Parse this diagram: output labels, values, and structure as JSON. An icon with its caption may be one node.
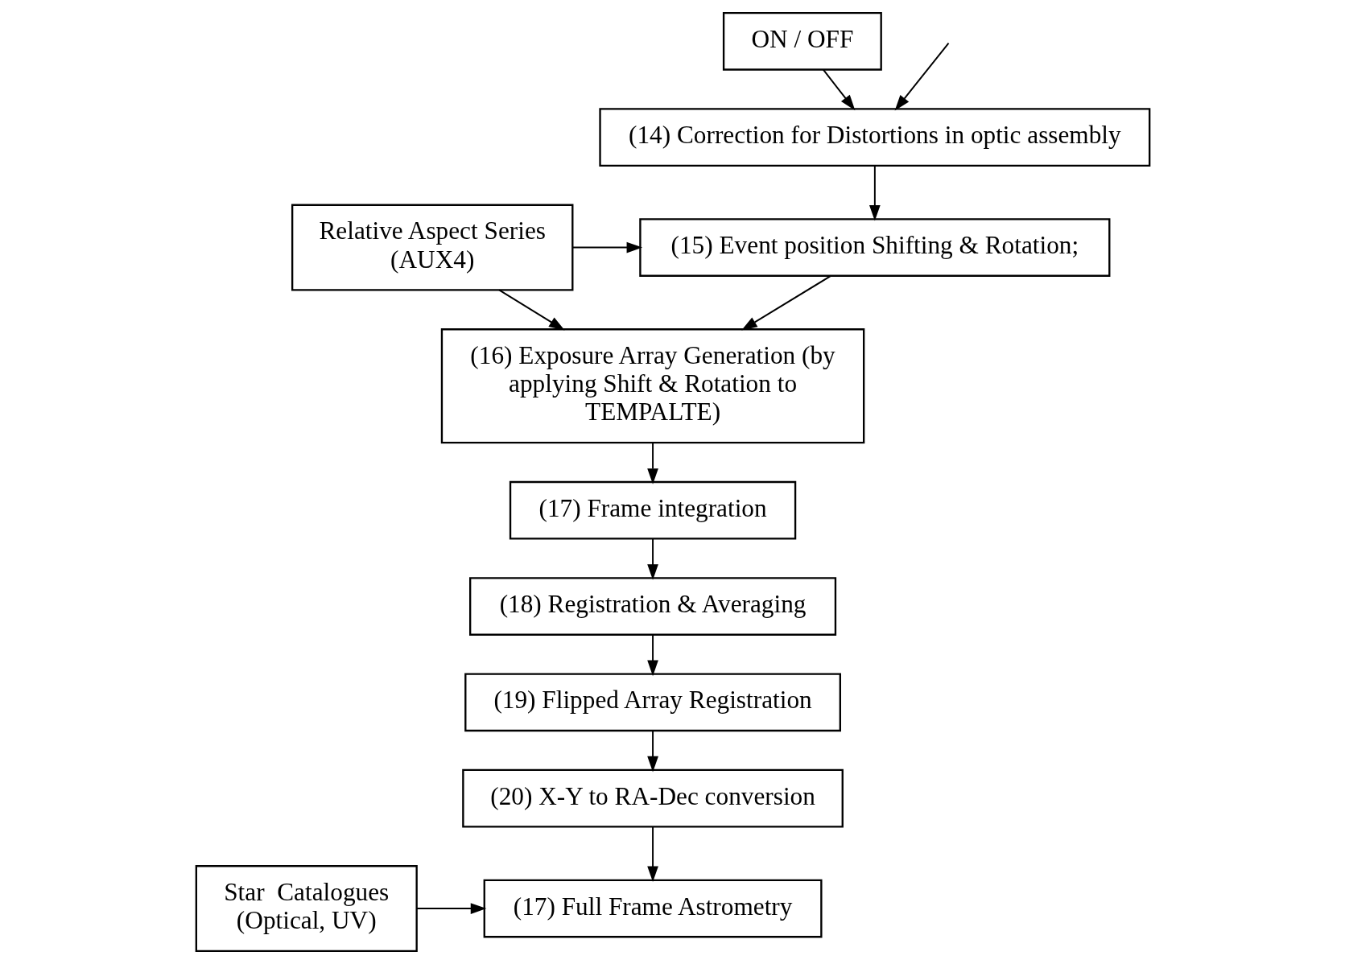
{
  "diagram": {
    "nodes": [
      {
        "text": [
          "ON / OFF"
        ]
      },
      {
        "text": [
          "(14) Correction for Distortions in optic assembly"
        ]
      },
      {
        "text": [
          "(15) Event position Shifting & Rotation;"
        ]
      },
      {
        "text": [
          "Relative Aspect Series (AUX4)"
        ]
      },
      {
        "text": [
          "(16) Exposure Array Generation (by applying Shift & Rotation to TEMPALTE)"
        ]
      },
      {
        "text": [
          "(17) Frame integration"
        ]
      },
      {
        "text": [
          "(18) Registration & Averaging"
        ]
      },
      {
        "text": [
          "(19) Flipped Array Registration"
        ]
      },
      {
        "text": [
          "(20) X-Y to RA-Dec conversion"
        ]
      },
      {
        "text": [
          "(17) Full Frame Astrometry"
        ]
      },
      {
        "text": [
          "Star  Catalogues (Optical, UV)"
        ]
      }
    ],
    "edges": [
      {
        "from": null,
        "to": 1,
        "arrow": "to"
      },
      {
        "from": 0,
        "to": 1,
        "arrow": "to"
      },
      {
        "from": 1,
        "to": 2,
        "arrow": "to"
      },
      {
        "from": 3,
        "to": 2,
        "arrow": "to"
      },
      {
        "from": 3,
        "to": 4,
        "arrow": "to"
      },
      {
        "from": 2,
        "to": 4,
        "arrow": "to"
      },
      {
        "from": 4,
        "to": 5,
        "arrow": "to"
      },
      {
        "from": 5,
        "to": 6,
        "arrow": "to"
      },
      {
        "from": 6,
        "to": 7,
        "arrow": "to"
      },
      {
        "from": 7,
        "to": 8,
        "arrow": "to"
      },
      {
        "from": 8,
        "to": 9,
        "arrow": "to"
      },
      {
        "from": 10,
        "to": 9,
        "arrow": "to"
      }
    ]
  }
}
